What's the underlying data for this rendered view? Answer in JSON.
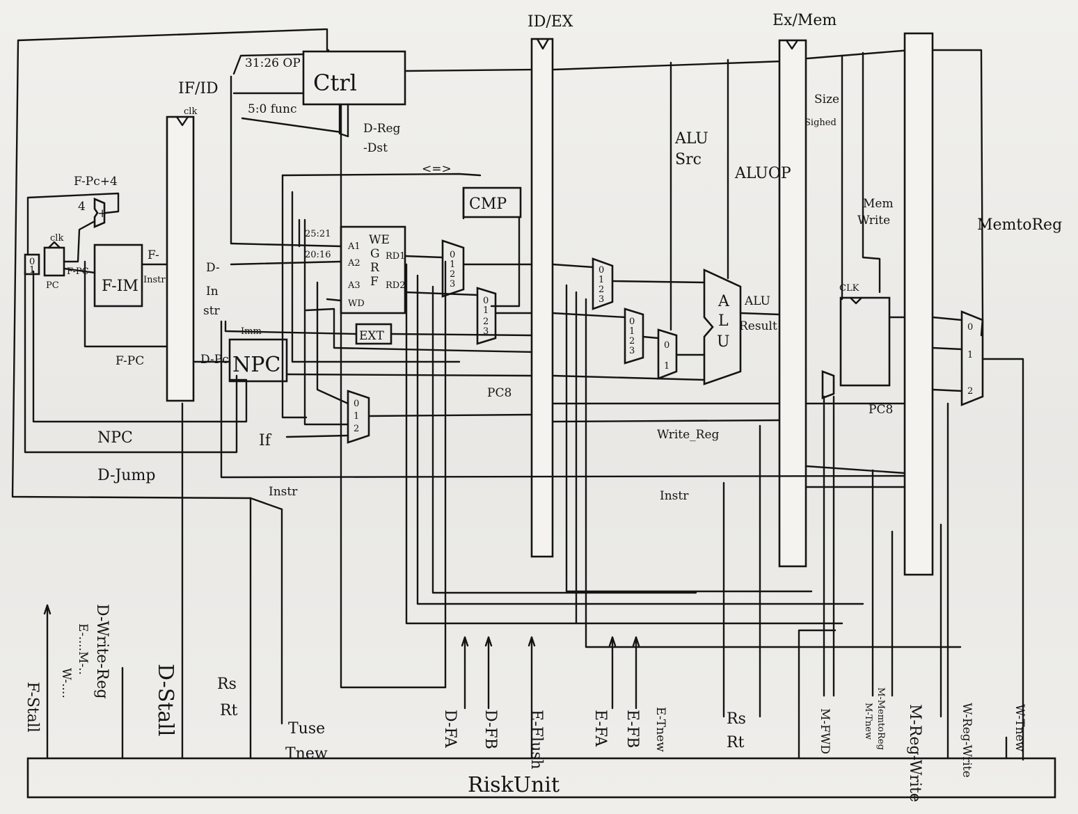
{
  "pipeline_registers": {
    "if_id": "IF/ID",
    "id_ex": "ID/EX",
    "ex_mem": "Ex/Mem"
  },
  "modules": {
    "ctrl": "Ctrl",
    "cmp": "CMP",
    "f_im": "F-IM",
    "pc": "PC",
    "npc": "NPC",
    "ext": "EXT",
    "alu": [
      "A",
      "L",
      "U"
    ],
    "grf_lines": [
      "WE",
      "G",
      "R",
      "F"
    ],
    "grf_ports": [
      "A1",
      "A2",
      "A3",
      "WD",
      "RD1",
      "RD2"
    ],
    "risk_unit": "RiskUnit",
    "adder": "+",
    "adder_const": "4"
  },
  "signals": {
    "f_pc_plus4": "F-Pc+4",
    "clk": "clk",
    "f_pc_small": "F-PC",
    "f_instr": [
      "F-",
      "Instr"
    ],
    "f_pc": "F-PC",
    "npc": "NPC",
    "d_jump": "D-Jump",
    "d_instr": [
      "D-",
      "In",
      "str"
    ],
    "d_pc": "D-Pc",
    "imm": "Imm",
    "if_sig": "If",
    "instr_left": "Instr",
    "instr_mid": "Instr",
    "op_bits": "31:26 OP",
    "func_bits": "5:0 func",
    "rs_bits": "25:21",
    "rt_bits": "20:16",
    "d_reg_dst": [
      "D-Reg",
      "-Dst"
    ],
    "cmp_op": "<=>",
    "pc8_a": "PC8",
    "pc8_b": "PC8",
    "alu_src": [
      "ALU",
      "Src"
    ],
    "alu_op": "ALUOP",
    "alu_result": [
      "ALU",
      "Result"
    ],
    "size_signed": [
      "Size",
      "Sighed"
    ],
    "mem_write": [
      "Mem",
      "Write"
    ],
    "memtoreg": "MemtoReg",
    "write_reg": "Write_Reg",
    "clk2": "CLK",
    "mux4": [
      "0",
      "1",
      "2",
      "3"
    ],
    "mux3": [
      "0",
      "1",
      "2"
    ],
    "mux2": [
      "0",
      "1"
    ]
  },
  "hazard_labels": {
    "f_stall": "F-Stall",
    "d_write_reg": "D-Write-Reg",
    "e_dots": "E-....M-..",
    "w_dots": "W-....",
    "d_stall": "D-Stall",
    "rs_rt_left": [
      "Rs",
      "Rt"
    ],
    "tuse": "Tuse",
    "tnew": "Tnew",
    "d_fa": "D-FA",
    "d_fb": "D-FB",
    "e_flush": "E-Flush",
    "e_fa": "E-FA",
    "e_fb": "E-FB",
    "e_tnew": "E-Tnew",
    "rs_rt_right": [
      "Rs",
      "Rt"
    ],
    "m_fwd": "M-FWD",
    "m_memtoreg": "M-MemtoReg",
    "m_tnew": "M-Tnew",
    "m_reg_write": "M-Reg-Write",
    "w_reg_write": "W-Reg-Write",
    "w_tnew": "W-Tnew"
  }
}
